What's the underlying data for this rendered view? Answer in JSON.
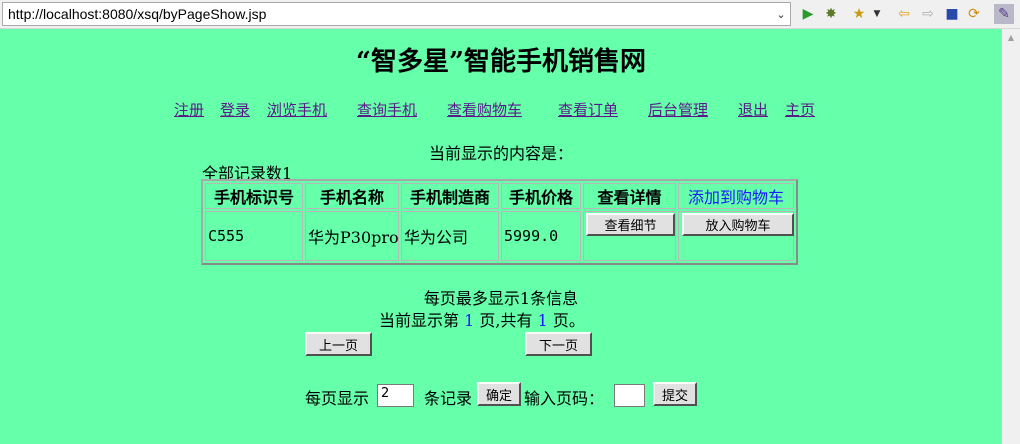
{
  "browser": {
    "url": "http://localhost:8080/xsq/byPageShow.jsp"
  },
  "page": {
    "title": "“智多星”智能手机销售网",
    "nav": [
      "注册",
      "登录",
      "浏览手机",
      "查询手机",
      "查看购物车",
      "查看订单",
      "后台管理",
      "退出",
      "主页"
    ],
    "current_label": "当前显示的内容是：",
    "total_records": "全部记录数1",
    "table": {
      "headers": [
        "手机标识号",
        "手机名称",
        "手机制造商",
        "手机价格",
        "查看详情"
      ],
      "add_to_cart_header": "添加到购物车",
      "rows": [
        {
          "id": "C555",
          "name": "华为P30pro",
          "maker": "华为公司",
          "price": "5999.0",
          "detail_button": "查看细节",
          "cart_button": "放入购物车"
        }
      ]
    },
    "per_page_info": "每页最多显示1条信息",
    "page_info": {
      "prefix": "当前显示第",
      "current": "1",
      "middle": "页,共有",
      "total": "1",
      "suffix": "页。"
    },
    "prev_button": "上一页",
    "next_button": "下一页",
    "page_size_label": "每页显示",
    "page_size_value": "2",
    "records_label": "条记录",
    "confirm_button": "确定",
    "goto_label": "输入页码：",
    "goto_value": "",
    "submit_button": "提交"
  }
}
